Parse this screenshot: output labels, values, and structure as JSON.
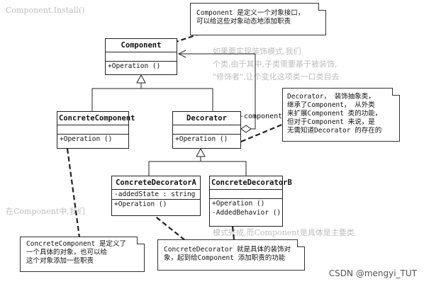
{
  "background_text": [
    "Component.Install()",
    "如果要实现装饰模式,我们",
    "个类,由于其中,子类需要基于被装饰,",
    "\"修饰者\",让个变化这项类一口类目去",
    "在Component中,我们",
    "模式完成,而Component是具体是主要类"
  ],
  "classes": {
    "component": {
      "name": "Component",
      "operations": [
        "+Operation ()"
      ]
    },
    "concrete_component": {
      "name": "ConcreteComponent",
      "operations": [
        "+Operation ()"
      ]
    },
    "decorator": {
      "name": "Decorator",
      "operations": [
        "+Operation ()"
      ]
    },
    "concrete_decorator_a": {
      "name": "ConcreteDecoratorA",
      "attributes": [
        "-addedState : string"
      ],
      "operations": [
        "+Operation ()"
      ]
    },
    "concrete_decorator_b": {
      "name": "ConcreteDecoratorB",
      "operations": [
        "+Operation ()",
        "-AddedBehavior ()"
      ]
    }
  },
  "association_label": "-component",
  "notes": {
    "component": [
      "Component 是定义一个对象接口，",
      "可以给这些对象动态地添加职责"
    ],
    "decorator": [
      "Decorator， 装饰抽象类，",
      "继承了Component， 从外类",
      "来扩展Component 类的功能，",
      "但对于Component 来说，是",
      "无需知道Decorator 的存在的"
    ],
    "concrete_component": [
      "ConcreteComponent 是定义了",
      "一个具体的对象，也可以给",
      "这个对象添加一些职责"
    ],
    "concrete_decorator": [
      "ConcreteDecorator 就是具体的装饰对",
      "象，起到给Component 添加职责的功能"
    ]
  },
  "watermark": "CSDN @mengyi_TUT",
  "colors": {
    "line": "#222222",
    "note_border": "#333333",
    "background_text": "#bdbdbd"
  }
}
